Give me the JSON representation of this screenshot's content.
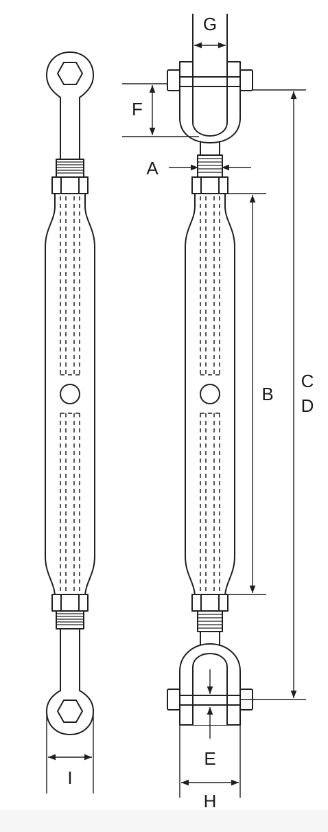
{
  "diagram": {
    "labels": {
      "A": "A",
      "B": "B",
      "C": "C",
      "D": "D",
      "E": "E",
      "F": "F",
      "G": "G",
      "H": "H",
      "I": "I"
    },
    "colors": {
      "line": "#1f1f1f",
      "background": "#ffffff",
      "footer": "#f6f6f6"
    }
  }
}
